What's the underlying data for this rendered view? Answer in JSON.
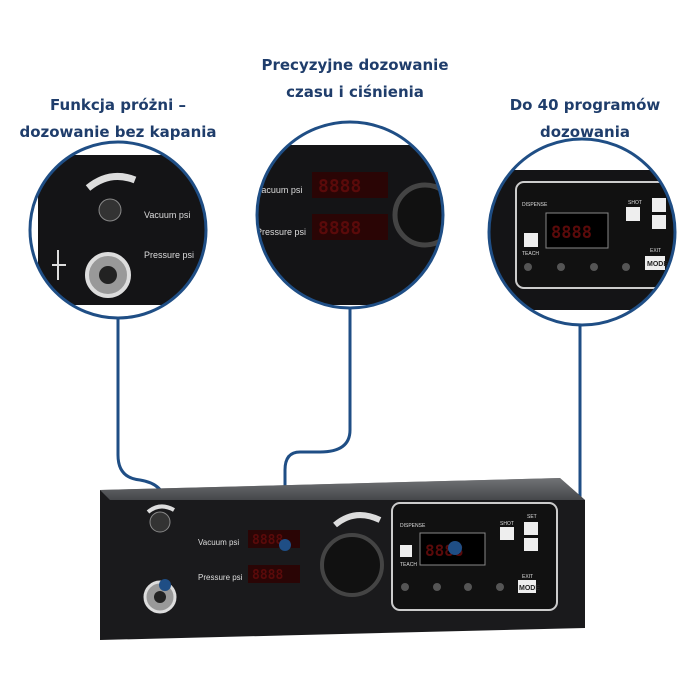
{
  "captions": {
    "vacuum": [
      "Funkcja próżni –",
      "dozowanie bez kapania"
    ],
    "precision": [
      "Precyzyjne dozowanie",
      "czasu i ciśnienia"
    ],
    "programs": [
      "Do 40 programów",
      "dozowania"
    ]
  },
  "device": {
    "vacuum_label": "Vacuum psi",
    "pressure_label": "Pressure psi",
    "display_value": "8888",
    "dispense_label": "DISPENSE",
    "teach_label": "TEACH",
    "shot_label": "SHOT",
    "set_label": "SET",
    "exit_label": "EXIT",
    "mode_label": "MODE"
  },
  "colors": {
    "accent": "#1f4e85",
    "caption": "#1f3d6b",
    "led": "#c0141a"
  }
}
